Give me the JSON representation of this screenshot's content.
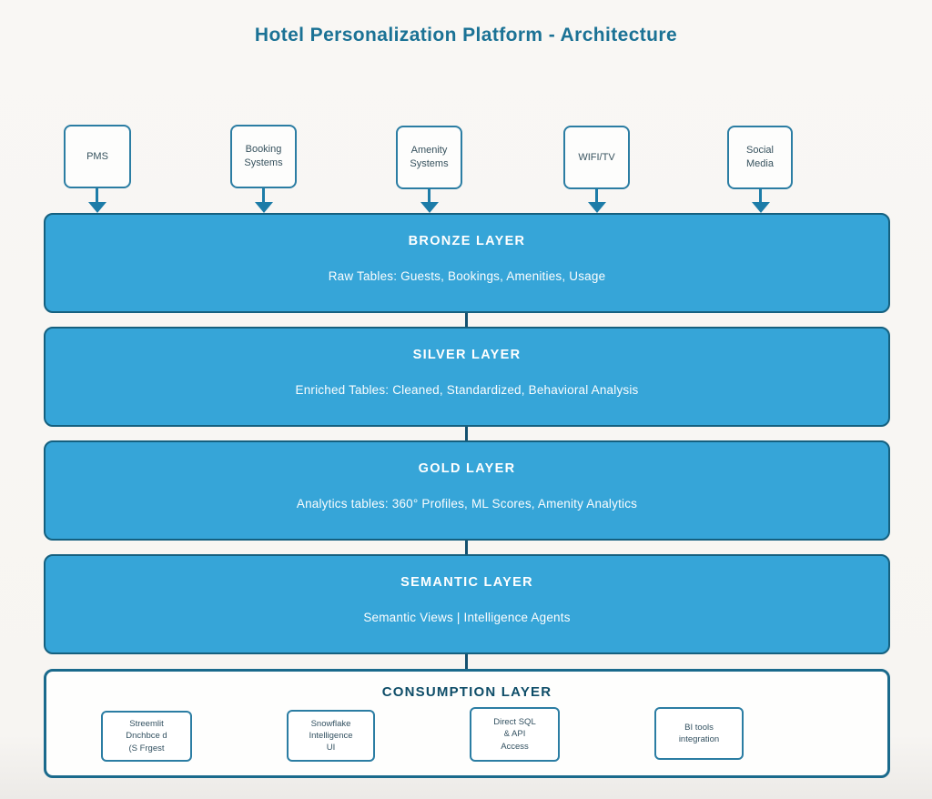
{
  "title": "Hotel Personalization Platform - Architecture",
  "sources": [
    {
      "label": "PMS"
    },
    {
      "label": "Booking Systems"
    },
    {
      "label": "Amenity Systems"
    },
    {
      "label": "WIFI/TV"
    },
    {
      "label": "Social Media"
    }
  ],
  "layers": [
    {
      "name": "BRONZE LAYER",
      "subtitle": "Raw Tables: Guests, Bookings, Amenities, Usage"
    },
    {
      "name": "SILVER LAYER",
      "subtitle": "Enriched Tables: Cleaned, Standardized, Behavioral Analysis"
    },
    {
      "name": "GOLD LAYER",
      "subtitle": "Analytics tables: 360° Profiles, ML Scores, Amenity Analytics"
    },
    {
      "name": "SEMANTIC LAYER",
      "subtitle": "Semantic Views | Intelligence Agents"
    }
  ],
  "consumption": {
    "title": "CONSUMPTION LAYER",
    "items": [
      {
        "text": "Streemlit\nDnchbce d\n(S Frgest"
      },
      {
        "text": "Snowflake\nIntelligence\nUI"
      },
      {
        "text": "Direct SQL\n& API\nAccess"
      },
      {
        "text": "BI tools\nintegration"
      }
    ]
  },
  "colors": {
    "background": "#f8f6f3",
    "layer_fill": "#36a5d8",
    "layer_border": "#15607f",
    "connector": "#14506e",
    "arrow": "#1d7ca8",
    "box_border": "#2b7da3",
    "title_text": "#1b7295",
    "consumption_title_text": "#0e4d68",
    "layer_text": "#ffffff"
  }
}
